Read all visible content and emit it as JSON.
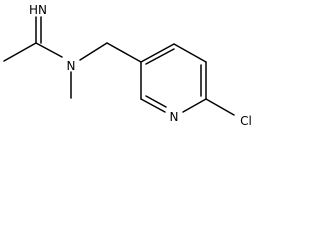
{
  "molecule": {
    "atoms": {
      "imine_label": "HN",
      "amine_n_label": "N",
      "pyridine_n_label": "N",
      "chlorine_label": "Cl"
    }
  }
}
